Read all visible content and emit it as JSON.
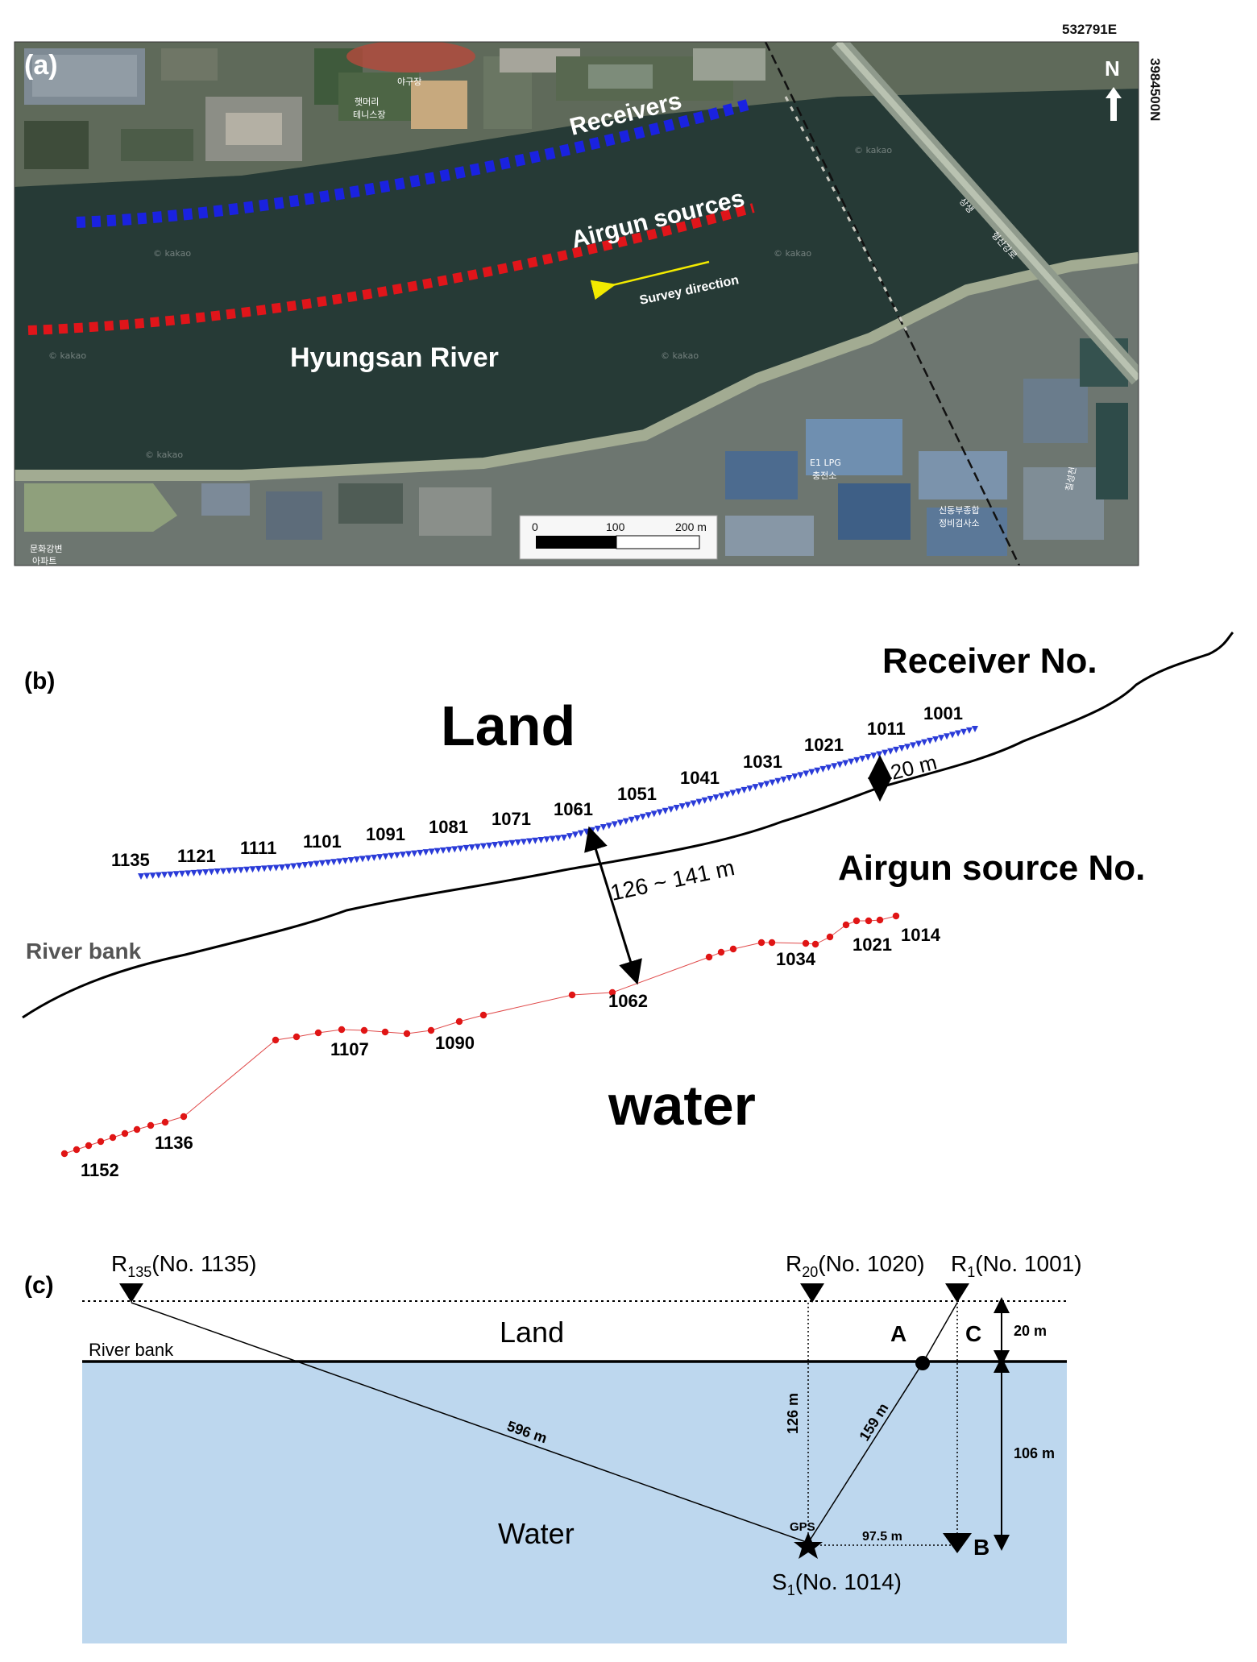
{
  "panel_a": {
    "label": "(a)",
    "easting": "532791E",
    "northing": "3984500N",
    "north_label": "N",
    "receivers_label": "Receivers",
    "airgun_label": "Airgun sources",
    "survey_direction": "Survey direction",
    "river_label": "Hyungsan River",
    "scale": {
      "tick0": "0",
      "tick1": "100",
      "tick2": "200 m"
    },
    "map_text": {
      "t1": "야구장",
      "t2": "햇머리",
      "t3": "테니스장",
      "t4": "E1 LPG",
      "t5": "충전소",
      "t6": "신동부종합",
      "t7": "정비검사소",
      "t8": "형산강로",
      "t9": "문화강변",
      "t10": "아파트",
      "t11": "상생",
      "t12": "칠성천",
      "watermark": "© kakao"
    },
    "colors": {
      "receivers": "#1a22e0",
      "sources": "#e0151a",
      "arrow": "#f2ea00"
    }
  },
  "panel_b": {
    "label": "(b)",
    "land": "Land",
    "water": "water",
    "receiver_title": "Receiver No.",
    "airgun_title": "Airgun source No.",
    "river_bank": "River bank",
    "dist_20": "20 m",
    "dist_range": "126 ~ 141 m",
    "receiver_labels": [
      "1135",
      "1121",
      "1111",
      "1101",
      "1091",
      "1081",
      "1071",
      "1061",
      "1051",
      "1041",
      "1031",
      "1021",
      "1011",
      "1001"
    ],
    "source_labels": [
      "1152",
      "1136",
      "1107",
      "1090",
      "1062",
      "1034",
      "1021",
      "1014"
    ],
    "colors": {
      "receiver": "#2a3bd8",
      "source": "#e01515",
      "bank": "#000000"
    }
  },
  "panel_c": {
    "label": "(c)",
    "r135": {
      "main": "R",
      "sub": "135",
      "rest": "(No. 1135)"
    },
    "r20": {
      "main": "R",
      "sub": "20",
      "rest": "(No. 1020)"
    },
    "r1": {
      "main": "R",
      "sub": "1",
      "rest": "(No. 1001)"
    },
    "land": "Land",
    "river_bank": "River bank",
    "water": "Water",
    "point_a": "A",
    "point_b": "B",
    "point_c": "C",
    "d_20": "20 m",
    "d_106": "106 m",
    "d_596": "596 m",
    "d_126": "126 m",
    "d_159": "159 m",
    "d_975": "97.5 m",
    "gps": "GPS",
    "s1": {
      "main": "S",
      "sub": "1",
      "rest": "(No. 1014)"
    },
    "colors": {
      "water": "#bdd7ee"
    }
  }
}
